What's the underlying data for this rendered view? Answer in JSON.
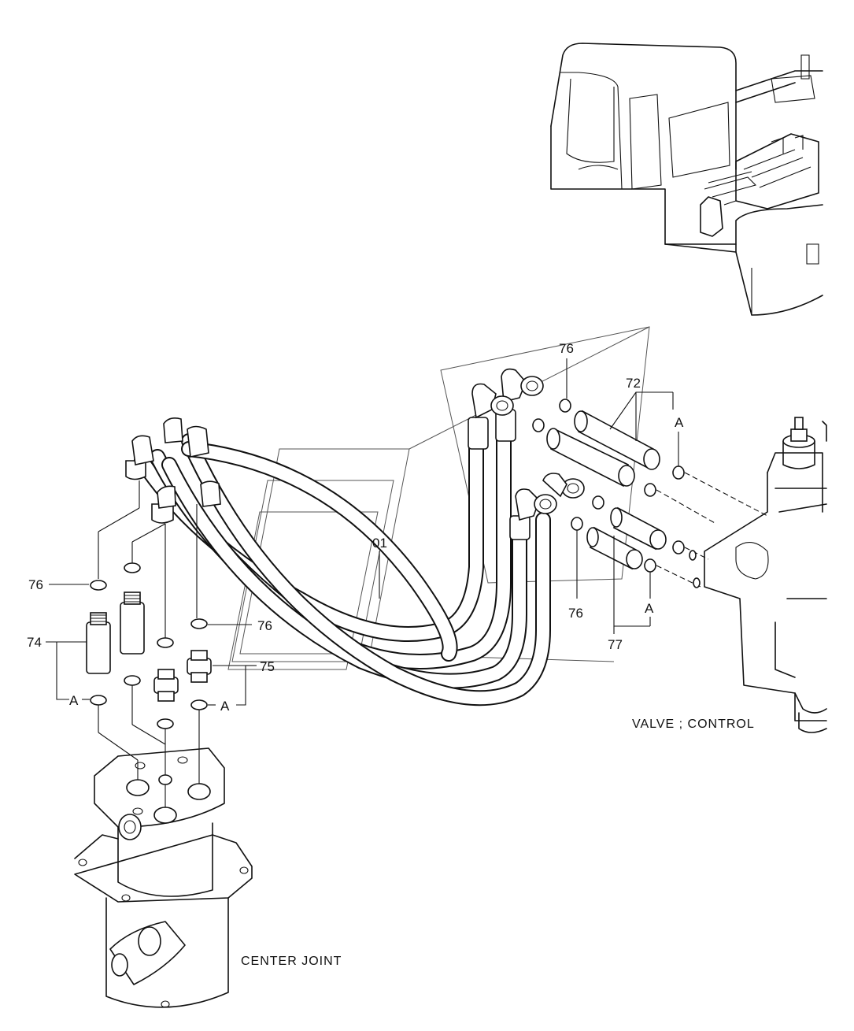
{
  "labels": {
    "p76_top": "76",
    "p72": "72",
    "p01": "01",
    "p76_left": "76",
    "p74": "74",
    "p76_mid": "76",
    "p75": "75",
    "p76_right": "76",
    "p77": "77",
    "a_left": "A",
    "a_mid": "A",
    "a_top_right": "A",
    "a_bottom_right": "A"
  },
  "captions": {
    "valve_control": "VALVE ; CONTROL",
    "center_joint": "CENTER JOINT"
  }
}
